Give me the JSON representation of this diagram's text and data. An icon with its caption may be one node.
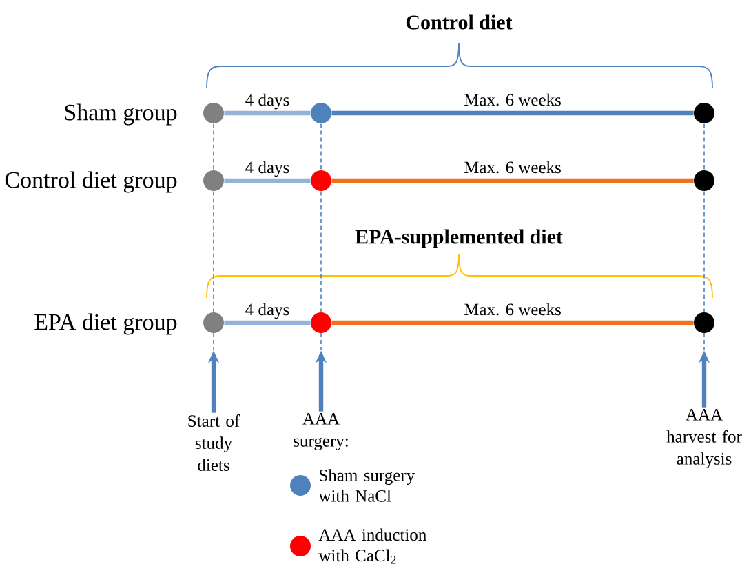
{
  "diagram": {
    "nodes": [
      {
        "text": [],
        "shape": "circle"
      },
      {
        "text": [],
        "shape": "circle"
      },
      {
        "text": [],
        "shape": "circle"
      },
      {
        "text": [],
        "shape": "circle"
      },
      {
        "text": [],
        "shape": "circle"
      },
      {
        "text": [],
        "shape": "circle"
      },
      {
        "text": [],
        "shape": "circle"
      },
      {
        "text": [],
        "shape": "circle"
      },
      {
        "text": [],
        "shape": "circle"
      },
      {
        "text": [
          "Start of study diets"
        ]
      },
      {
        "text": [
          "AAA surgery:"
        ]
      },
      {
        "text": [
          "AAA harvest for analysis"
        ]
      }
    ],
    "edges": [
      {
        "from": 0,
        "to": 1,
        "arrow": "none",
        "label": "4 days",
        "color": "#95b3d7"
      },
      {
        "from": 1,
        "to": 2,
        "arrow": "none",
        "label": "Max. 6 weeks"
      },
      {
        "from": 3,
        "to": 4,
        "arrow": "none",
        "label": "4 days",
        "color": "#95b3d7"
      },
      {
        "from": 4,
        "to": 5,
        "arrow": "none",
        "label": "Max. 6 weeks",
        "color": "#ee7020"
      },
      {
        "from": 6,
        "to": 7,
        "arrow": "none",
        "label": "4 days",
        "color": "#95b3d7"
      },
      {
        "from": 7,
        "to": 8,
        "arrow": "none",
        "label": "Max. 6 weeks",
        "color": "#ee7020"
      },
      {
        "from": 0,
        "to": 3,
        "arrow": "none",
        "style": "dashed"
      },
      {
        "from": 3,
        "to": 6,
        "arrow": "none",
        "style": "dashed"
      },
      {
        "from": 1,
        "to": 4,
        "arrow": "none",
        "style": "dashed"
      },
      {
        "from": 4,
        "to": 7,
        "arrow": "none",
        "style": "dashed"
      },
      {
        "from": 2,
        "to": 5,
        "arrow": "none",
        "style": "dashed"
      },
      {
        "from": 5,
        "to": 8,
        "arrow": "none",
        "style": "dashed"
      },
      {
        "from": 9,
        "to": 6,
        "arrow": "to"
      },
      {
        "from": 10,
        "to": 7,
        "arrow": "to"
      },
      {
        "from": 11,
        "to": 8,
        "arrow": "to"
      }
    ],
    "labels": [
      "Control diet",
      "Sham group",
      "Control diet group",
      "EPA-supplemented diet",
      "EPA diet group"
    ],
    "legend": [
      {
        "text": "Sham surgery with NaCl",
        "color": "#4f81bd"
      },
      {
        "text": "AAA induction with CaCl$_{2}$",
        "color": "#ff0000"
      }
    ]
  }
}
